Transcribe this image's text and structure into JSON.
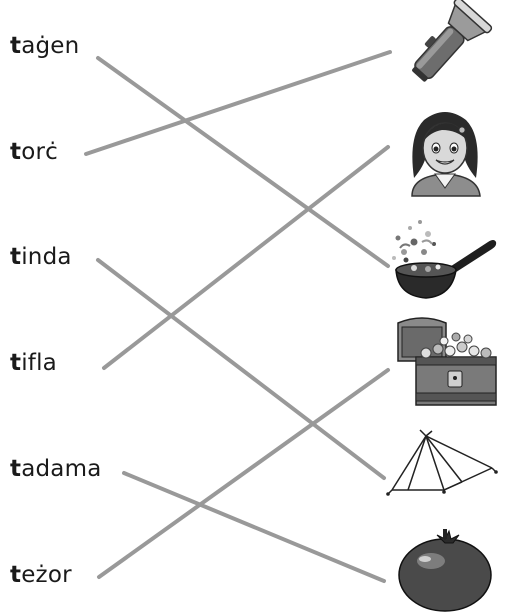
{
  "words": [
    {
      "first": "t",
      "rest": "aġen"
    },
    {
      "first": "t",
      "rest": "orċ"
    },
    {
      "first": "t",
      "rest": "inda"
    },
    {
      "first": "t",
      "rest": "ifla"
    },
    {
      "first": "t",
      "rest": "adama"
    },
    {
      "first": "t",
      "rest": "eżor"
    }
  ],
  "pictures": [
    "torch-icon",
    "girl-icon",
    "wok-pan-icon",
    "treasure-chest-icon",
    "tent-icon",
    "tomato-icon"
  ],
  "matches": [
    {
      "word": "taġen",
      "picture": "wok-pan-icon"
    },
    {
      "word": "torċ",
      "picture": "torch-icon"
    },
    {
      "word": "tinda",
      "picture": "tent-icon"
    },
    {
      "word": "tifla",
      "picture": "girl-icon"
    },
    {
      "word": "tadama",
      "picture": "tomato-icon"
    },
    {
      "word": "teżor",
      "picture": "treasure-chest-icon"
    }
  ],
  "colors": {
    "line": "#999999",
    "text": "#1a1a1a"
  }
}
